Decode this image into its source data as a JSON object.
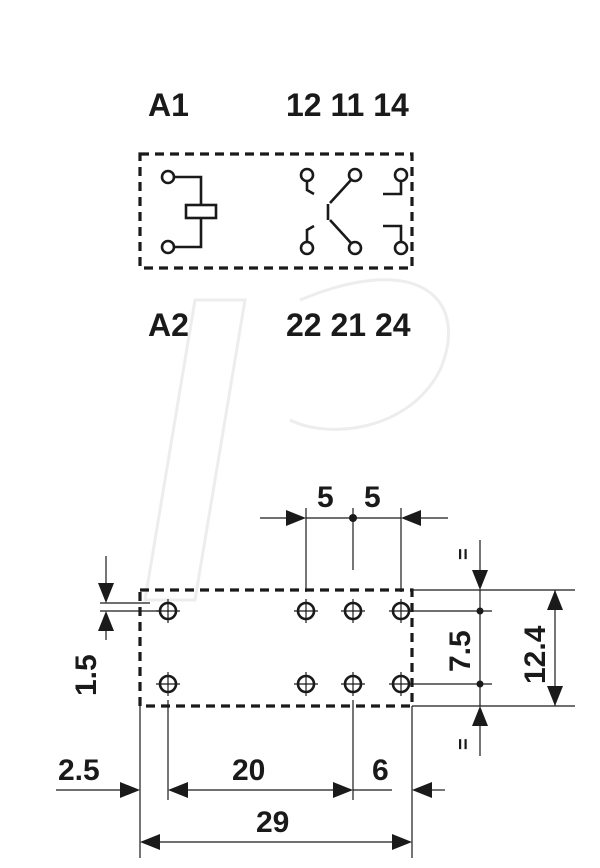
{
  "schematic": {
    "coil_top": "A1",
    "coil_bottom": "A2",
    "top_terminals": "12 11 14",
    "bottom_terminals": "22 21 24"
  },
  "footprint": {
    "pitch_left": "5",
    "pitch_right": "5",
    "row_offset": "1.5",
    "row_spacing": "7.5",
    "total_height": "12.4",
    "margin_left": "2.5",
    "center_span": "20",
    "right_span": "6",
    "total_width": "29",
    "equal_top": "=",
    "equal_bottom": "="
  }
}
